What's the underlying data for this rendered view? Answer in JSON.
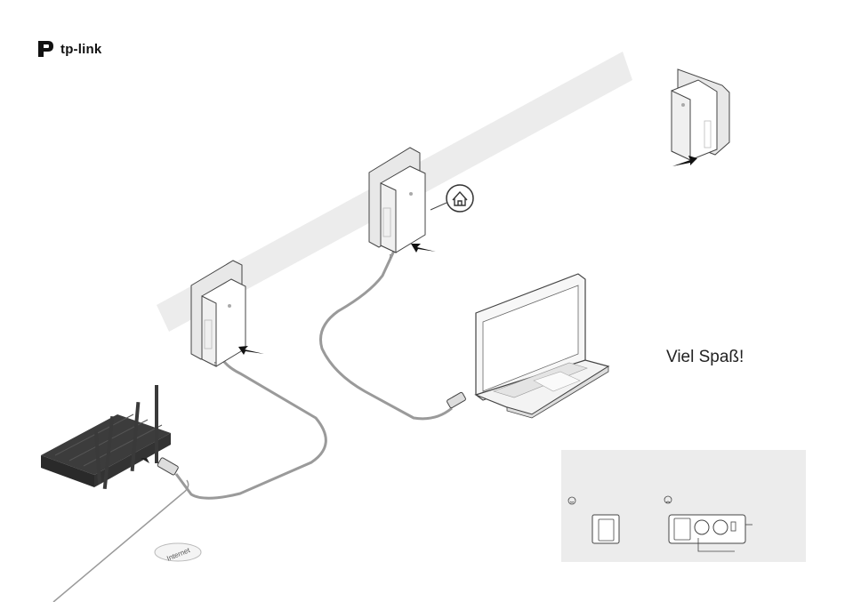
{
  "brand": {
    "name": "tp-link"
  },
  "closing_text": "Viel Spaß!",
  "internet_label": "Internet",
  "icons": [
    "tp-link-logo-icon",
    "home-icon",
    "smiley-happy-icon",
    "smiley-sad-icon",
    "push-arrow-icon"
  ],
  "colors": {
    "cable": "#9a9a9a",
    "outline": "#444444",
    "band": "#ececec",
    "panel": "#ececec"
  }
}
